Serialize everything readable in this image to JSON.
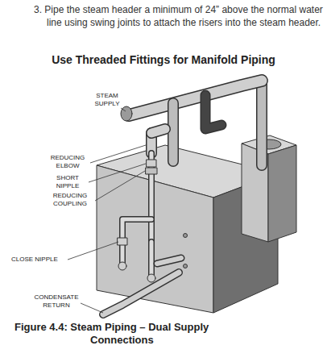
{
  "diagram": {
    "title": "Use Threaded Fittings for Manifold Piping",
    "caption": "Figure 4.4: Steam Piping – Dual Supply Connections",
    "labels": [
      "3. Pipe the steam header a minimum of 24” above the normal water line using swing joints to attach the risers into the steam header.",
      "STEAM SUPPLY",
      "REDUCING ELBOW",
      "SHORT NIPPLE",
      "REDUCING COUPLING",
      "CLOSE NIPPLE",
      "CONDENSATE RETURN"
    ]
  }
}
